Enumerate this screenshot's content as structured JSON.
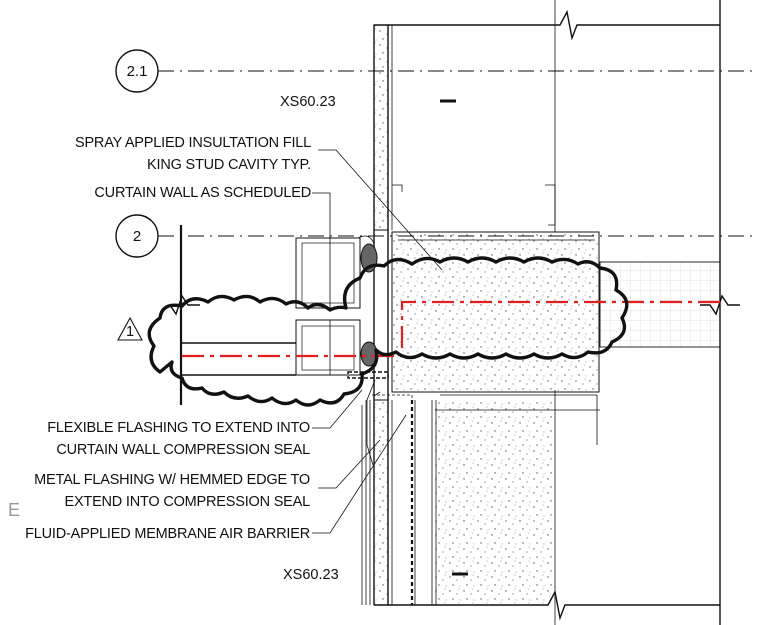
{
  "gridlines": [
    {
      "label": "2.1"
    },
    {
      "label": "2"
    }
  ],
  "revision_tag": "1",
  "section_refs": [
    {
      "text": "XS60.23"
    },
    {
      "text": "XS60.23"
    }
  ],
  "notes": {
    "spray_line1": "SPRAY APPLIED INSULTATION FILL",
    "spray_line2": "KING STUD CAVITY TYP.",
    "curtain_wall": "CURTAIN WALL AS SCHEDULED",
    "flexible_line1": "FLEXIBLE FLASHING TO EXTEND INTO",
    "flexible_line2": "CURTAIN WALL COMPRESSION SEAL",
    "metal_line1": "METAL FLASHING W/ HEMMED EDGE TO",
    "metal_line2": "EXTEND INTO COMPRESSION SEAL",
    "fluid": "FLUID-APPLIED MEMBRANE AIR BARRIER"
  },
  "edge_mark": "E",
  "colors": {
    "linework": "#111111",
    "revision_cloud": "#111111",
    "centerline": "#e02020"
  }
}
